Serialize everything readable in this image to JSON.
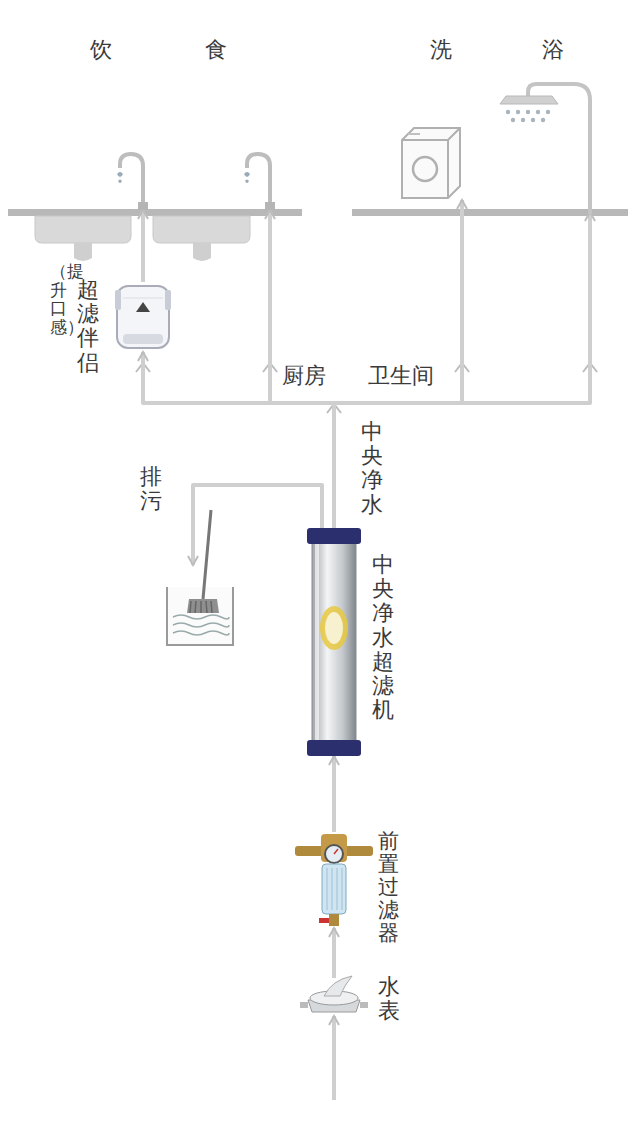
{
  "diagram": {
    "nodes": [
      {
        "text": [
          "饮"
        ]
      },
      {
        "text": [
          "食"
        ]
      },
      {
        "text": [
          "洗"
        ]
      },
      {
        "text": [
          "浴"
        ]
      },
      {
        "text": [
          "超滤伴侣",
          "（提升口感）"
        ]
      },
      {
        "text": [
          "排污"
        ]
      },
      {
        "text": [
          "中央净水超滤机"
        ]
      },
      {
        "text": [
          "前置过滤器"
        ]
      },
      {
        "text": [
          "水表"
        ]
      }
    ],
    "edges": [
      {
        "from": 8,
        "to": 7,
        "arrow": "to"
      },
      {
        "from": 7,
        "to": 6,
        "arrow": "to"
      },
      {
        "from": 6,
        "to": 4,
        "arrow": "to"
      },
      {
        "from": 4,
        "to": 0,
        "arrow": "to"
      },
      {
        "from": 6,
        "to": 1,
        "arrow": "to"
      },
      {
        "from": 6,
        "to": 2,
        "arrow": "to"
      },
      {
        "from": 6,
        "to": 3,
        "arrow": "to"
      },
      {
        "from": 6,
        "to": 5,
        "arrow": "to"
      }
    ],
    "labels": [
      "中央净水",
      "厨房",
      "卫生间"
    ]
  }
}
